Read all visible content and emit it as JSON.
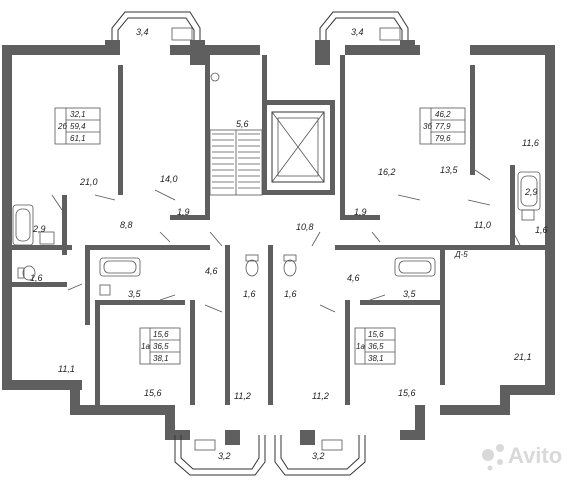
{
  "rooms": [
    {
      "id": "r-top-left-balcony",
      "area": "3,4"
    },
    {
      "id": "r-top-right-balcony",
      "area": "3,4"
    },
    {
      "id": "r-2b-living",
      "area": "21,0"
    },
    {
      "id": "r-2b-bedroom",
      "area": "14,0"
    },
    {
      "id": "r-2b-bath",
      "area": "2,9"
    },
    {
      "id": "r-2b-wc",
      "area": "1,6"
    },
    {
      "id": "r-2b-hall",
      "area": "8,8"
    },
    {
      "id": "r-2b-closet",
      "area": "1,9"
    },
    {
      "id": "r-stair-hall",
      "area": "5,6"
    },
    {
      "id": "r-corridor",
      "area": "10,8"
    },
    {
      "id": "r-3b-bedroom",
      "area": "16,2"
    },
    {
      "id": "r-3b-bedroom2",
      "area": "13,5"
    },
    {
      "id": "r-3b-living",
      "area": "11,6"
    },
    {
      "id": "r-3b-bath",
      "area": "2,9"
    },
    {
      "id": "r-3b-closet",
      "area": "1,9"
    },
    {
      "id": "r-3b-hall",
      "area": "11,0"
    },
    {
      "id": "r-3b-wc",
      "area": "1,6"
    },
    {
      "id": "r-1a-left-hall",
      "area": "4,6"
    },
    {
      "id": "r-1a-left-bath",
      "area": "3,5"
    },
    {
      "id": "r-1a-left-wc",
      "area": "1,6"
    },
    {
      "id": "r-1a-right-wc",
      "area": "1,6"
    },
    {
      "id": "r-1a-right-hall",
      "area": "4,6"
    },
    {
      "id": "r-1a-right-bath",
      "area": "3,5"
    },
    {
      "id": "r-bl-room",
      "area": "11,1"
    },
    {
      "id": "r-1a-left-room",
      "area": "15,6"
    },
    {
      "id": "r-1a-left-kitchen",
      "area": "11,2"
    },
    {
      "id": "r-1a-right-kitchen",
      "area": "11,2"
    },
    {
      "id": "r-1a-right-room",
      "area": "15,6"
    },
    {
      "id": "r-br-room",
      "area": "21,1"
    },
    {
      "id": "r-bottom-left-balcony",
      "area": "3,2"
    },
    {
      "id": "r-bottom-right-balcony",
      "area": "3,2"
    }
  ],
  "apartments": [
    {
      "id": "apt-2b",
      "type": "2б",
      "areas": [
        "32,1",
        "59,4",
        "61,1"
      ]
    },
    {
      "id": "apt-3b",
      "type": "3б",
      "areas": [
        "46,2",
        "77,9",
        "79,6"
      ]
    },
    {
      "id": "apt-1a-left",
      "type": "1а",
      "areas": [
        "15,6",
        "36,5",
        "38,1"
      ]
    },
    {
      "id": "apt-1a-right",
      "type": "1а",
      "areas": [
        "15,6",
        "36,5",
        "38,1"
      ]
    }
  ],
  "section_mark": "Д-5",
  "watermark": "Avito"
}
